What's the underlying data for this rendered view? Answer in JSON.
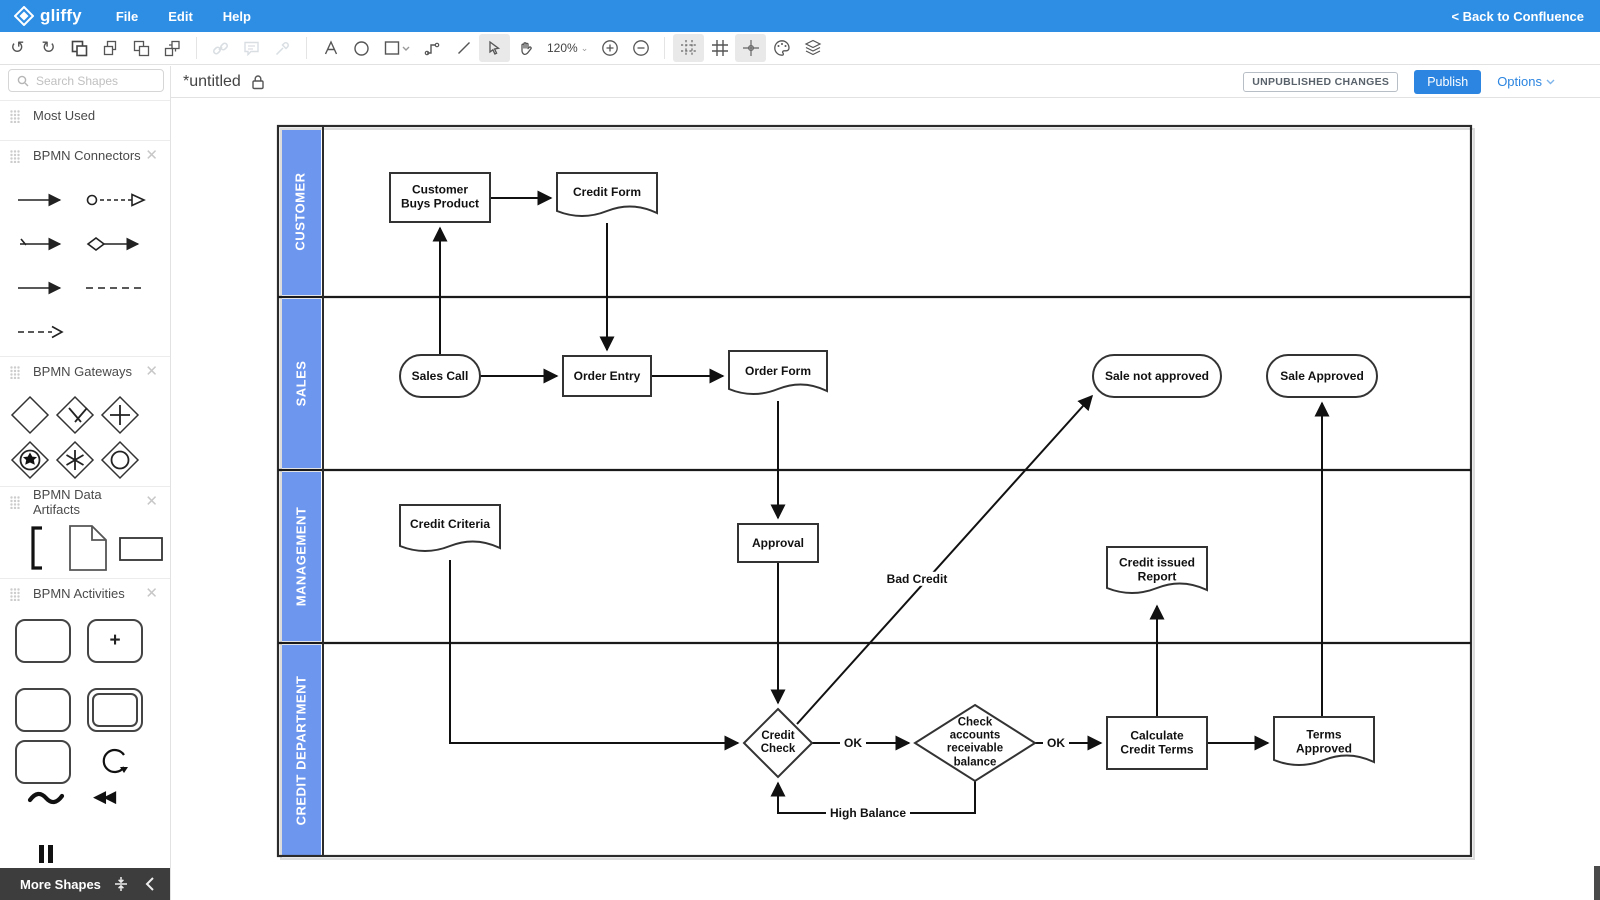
{
  "topbar": {
    "logo_text": "gliffy",
    "menus": [
      "File",
      "Edit",
      "Help"
    ],
    "back_to_confluence": "< Back to Confluence"
  },
  "toolbar": {
    "zoom_level": "120%"
  },
  "title_bar": {
    "title": "*untitled",
    "unpublished_badge": "UNPUBLISHED CHANGES",
    "publish": "Publish",
    "options": "Options"
  },
  "sidebar": {
    "search_placeholder": "Search Shapes",
    "sections": [
      "Most Used",
      "BPMN Connectors",
      "BPMN Gateways",
      "BPMN Data Artifacts",
      "BPMN Activities"
    ],
    "more_shapes": "More Shapes"
  },
  "icons": {
    "undo": "↺",
    "redo": "↻",
    "rewind": "◀◀",
    "tilde": "~",
    "plus": "+"
  },
  "diagram": {
    "lanes": [
      "CUSTOMER",
      "SALES",
      "MANAGEMENT",
      "CREDIT DEPARTMENT"
    ],
    "nodes": {
      "customer_buys_product": "Customer\nBuys Product",
      "credit_form": "Credit Form",
      "sales_call": "Sales Call",
      "order_entry": "Order Entry",
      "order_form": "Order Form",
      "sale_not_approved": "Sale not approved",
      "sale_approved": "Sale Approved",
      "credit_criteria": "Credit Criteria",
      "approval": "Approval",
      "credit_issued_report": "Credit issued\nReport",
      "credit_check": "Credit\nCheck",
      "check_accounts": "Check\naccounts\nreceivable\nbalance",
      "calculate_credit_terms": "Calculate\nCredit Terms",
      "terms_approved": "Terms\nApproved"
    },
    "edge_labels": {
      "ok_credit_check": "OK",
      "ok_balance": "OK",
      "bad_credit": "Bad Credit",
      "high_balance": "High Balance"
    }
  },
  "colors": {
    "topbar_blue": "#2E8EE4",
    "accent_blue": "#2C85E0",
    "lane_label_blue": "#6D96EF"
  }
}
